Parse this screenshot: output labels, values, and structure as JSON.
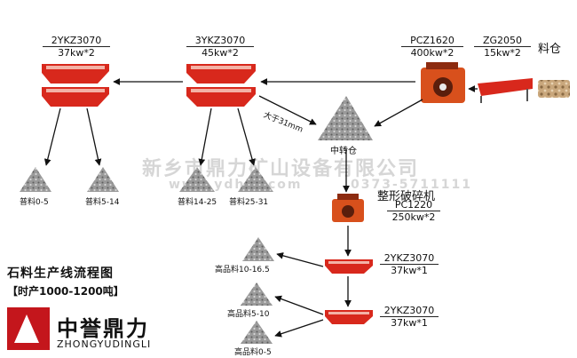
{
  "watermark": {
    "company": "新乡市鼎力矿山设备有限公司",
    "site": "www.ydhle.com",
    "phone": "0373-5711111"
  },
  "equipment": {
    "screen_left": {
      "name": "2YKZ3070",
      "power": "37kw*2"
    },
    "screen_mid": {
      "name": "3YKZ3070",
      "power": "45kw*2"
    },
    "hammer_crusher": {
      "name": "PCZ1620",
      "power": "400kw*2"
    },
    "feeder": {
      "name": "ZG2050",
      "power": "15kw*2"
    },
    "shaping_crusher": {
      "title": "整形破碎机",
      "name": "PC1220",
      "power": "250kw*2"
    },
    "screen_lower1": {
      "name": "2YKZ3070",
      "power": "37kw*1"
    },
    "screen_lower2": {
      "name": "2YKZ3070",
      "power": "37kw*1"
    }
  },
  "labels": {
    "raw_bin": "料仓",
    "transfer_bin": "中转仓",
    "oversize": "大于31mm"
  },
  "products": {
    "p1": "普料0-5",
    "p2": "普料5-14",
    "p3": "普料14-25",
    "p4": "普料25-31",
    "h1": "高品料10-16.5",
    "h2": "高品料5-10",
    "h3": "高品料0-5"
  },
  "footer": {
    "title": "石料生产线流程图",
    "capacity": "【时产1000-1200吨】",
    "brand_cn": "中誉鼎力",
    "brand_en": "ZHONGYUDINGLI"
  },
  "colors": {
    "machine_red": "#d8281c",
    "crusher_orange": "#d8501c",
    "stone_gray": "#8a8a8a",
    "arrow": "#111111",
    "brand_red": "#c4161c"
  }
}
